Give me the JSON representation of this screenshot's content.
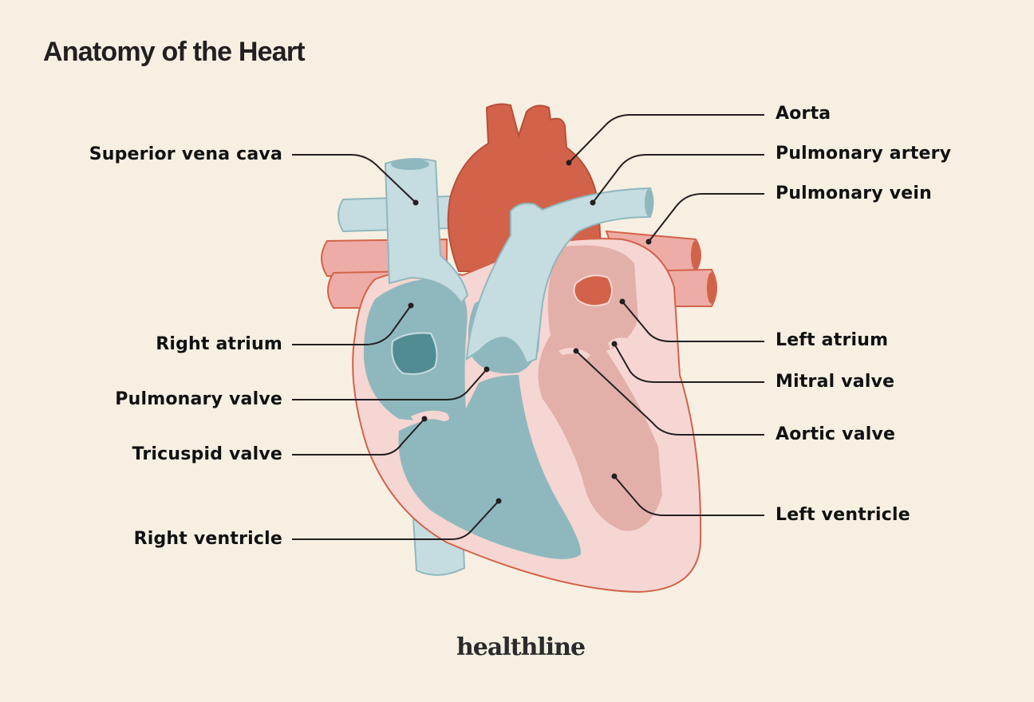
{
  "title": "Anatomy of the Heart",
  "brand": "healthline",
  "colors": {
    "background": "#f7efe2",
    "aorta": "#d2634a",
    "vein_blue": "#c5dce0",
    "chamber_blue": "#8fb8be",
    "dark_blue": "#528c93",
    "muscle_pink": "#f5d6d2",
    "chamber_pink": "#e3b0a9",
    "pulmonary_vein": "#eeaca6",
    "outline_red": "#d2634a",
    "leader_line": "#231f20"
  },
  "labels": {
    "left": [
      {
        "text": "Superior vena cava"
      },
      {
        "text": "Right atrium"
      },
      {
        "text": "Pulmonary valve"
      },
      {
        "text": "Tricuspid valve"
      },
      {
        "text": "Right ventricle"
      }
    ],
    "right": [
      {
        "text": "Aorta"
      },
      {
        "text": "Pulmonary artery"
      },
      {
        "text": "Pulmonary vein"
      },
      {
        "text": "Left atrium"
      },
      {
        "text": "Mitral valve"
      },
      {
        "text": "Aortic valve"
      },
      {
        "text": "Left ventricle"
      }
    ]
  }
}
